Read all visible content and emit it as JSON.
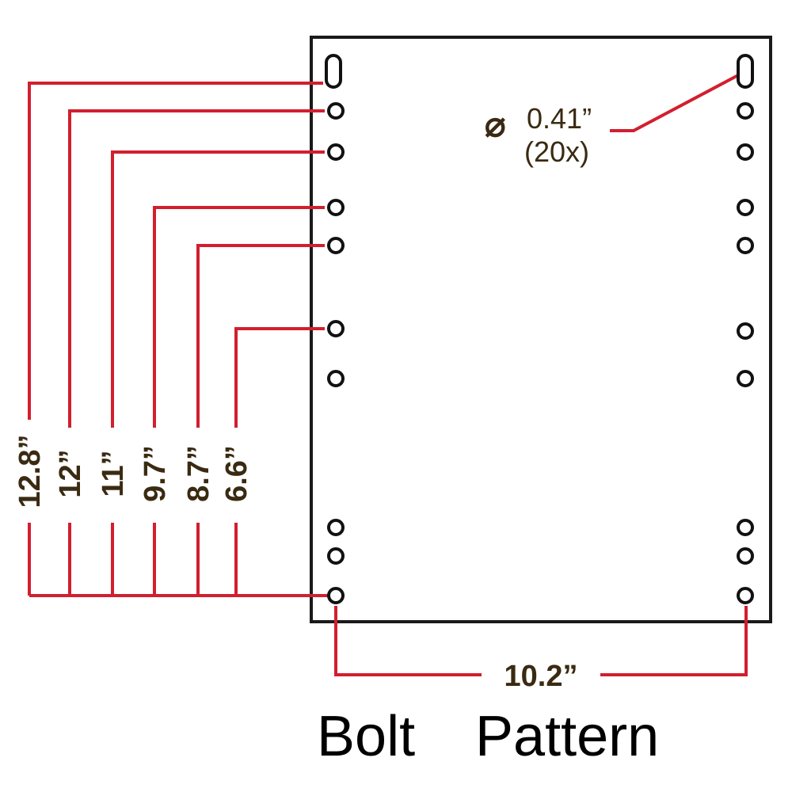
{
  "colors": {
    "dimension_line": "#d21f2f",
    "plate_outline": "#1a1a1a",
    "hole_stroke": "#111111",
    "label_text": "#3a2a12",
    "caption_text": "#000000"
  },
  "hole_callout": {
    "symbol": "⌀",
    "diameter": "0.41”",
    "count": "(20x)"
  },
  "vertical_dimensions": [
    "12.8”",
    "12”",
    "11”",
    "9.7”",
    "8.7”",
    "6.6”"
  ],
  "width_dimension": "10.2”",
  "caption": {
    "word1": "Bolt",
    "word2": "Pattern"
  }
}
